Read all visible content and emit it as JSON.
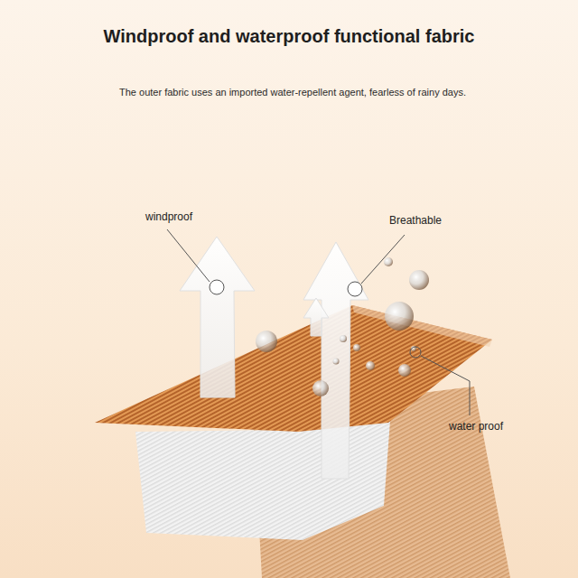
{
  "diagram": {
    "title": "Windproof and waterproof functional fabric",
    "labels": [
      "The outer fabric uses an imported water-repellent agent, fearless of rainy days.",
      "windproof",
      "Breathable",
      "water proof"
    ]
  }
}
